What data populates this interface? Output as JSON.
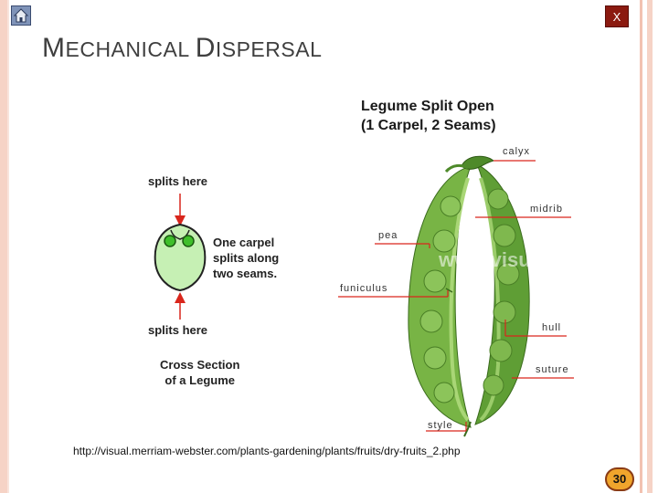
{
  "slide": {
    "title_first_cap": "M",
    "title_first_rest": "ECHANICAL ",
    "title_second_cap": "D",
    "title_second_rest": "ISPERSAL",
    "close_label": "X",
    "source_url": "http://visual.merriam-webster.com/plants-gardening/plants/fruits/dry-fruits_2.php",
    "page_number": "30"
  },
  "figure": {
    "title_line1": "Legume Split Open",
    "title_line2": "(1 Carpel, 2 Seams)",
    "splits_top": "splits here",
    "splits_bottom": "splits here",
    "carpel_line1": "One carpel",
    "carpel_line2": "splits along",
    "carpel_line3": "two seams.",
    "cross_line1": "Cross Section",
    "cross_line2": "of a Legume",
    "labels": {
      "calyx": "calyx",
      "midrib": "midrib",
      "pea": "pea",
      "funiculus": "funiculus",
      "hull": "hull",
      "suture": "suture",
      "style": "style"
    },
    "watermark": "www.visualdictio"
  },
  "colors": {
    "accent_red": "#d9261c",
    "pod_green": "#6aa83d",
    "frame": "#f6d3c6",
    "badge": "#f0a52c"
  }
}
